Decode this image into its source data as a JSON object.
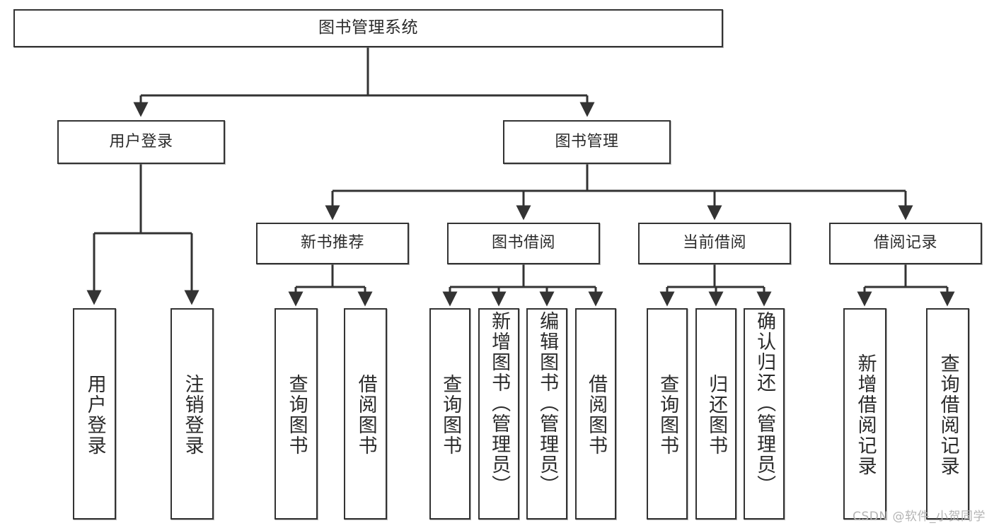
{
  "diagram": {
    "title": "图书管理系统",
    "type": "hierarchy-tree",
    "line_color": "#333333",
    "box_fill": "#ffffff",
    "text_color": "#2b2b2b",
    "watermark": "CSDN @软件_小贺同学",
    "levels": {
      "root": {
        "label": "图书管理系统"
      },
      "level2": [
        {
          "label": "用户登录"
        },
        {
          "label": "图书管理"
        }
      ],
      "level3": [
        {
          "label": "新书推荐"
        },
        {
          "label": "图书借阅"
        },
        {
          "label": "当前借阅"
        },
        {
          "label": "借阅记录"
        }
      ],
      "leaves": {
        "user_login": [
          {
            "label": "用户登录"
          },
          {
            "label": "注销登录"
          }
        ],
        "new_book_recommend": [
          {
            "label": "查询图书"
          },
          {
            "label": "借阅图书"
          }
        ],
        "book_borrow": [
          {
            "label": "查询图书"
          },
          {
            "label": "新增图书（管理员）"
          },
          {
            "label": "编辑图书（管理员）"
          },
          {
            "label": "借阅图书"
          }
        ],
        "current_borrow": [
          {
            "label": "查询图书"
          },
          {
            "label": "归还图书"
          },
          {
            "label": "确认归还（管理员）"
          }
        ],
        "borrow_record": [
          {
            "label": "新增借阅记录"
          },
          {
            "label": "查询借阅记录"
          }
        ]
      }
    }
  }
}
